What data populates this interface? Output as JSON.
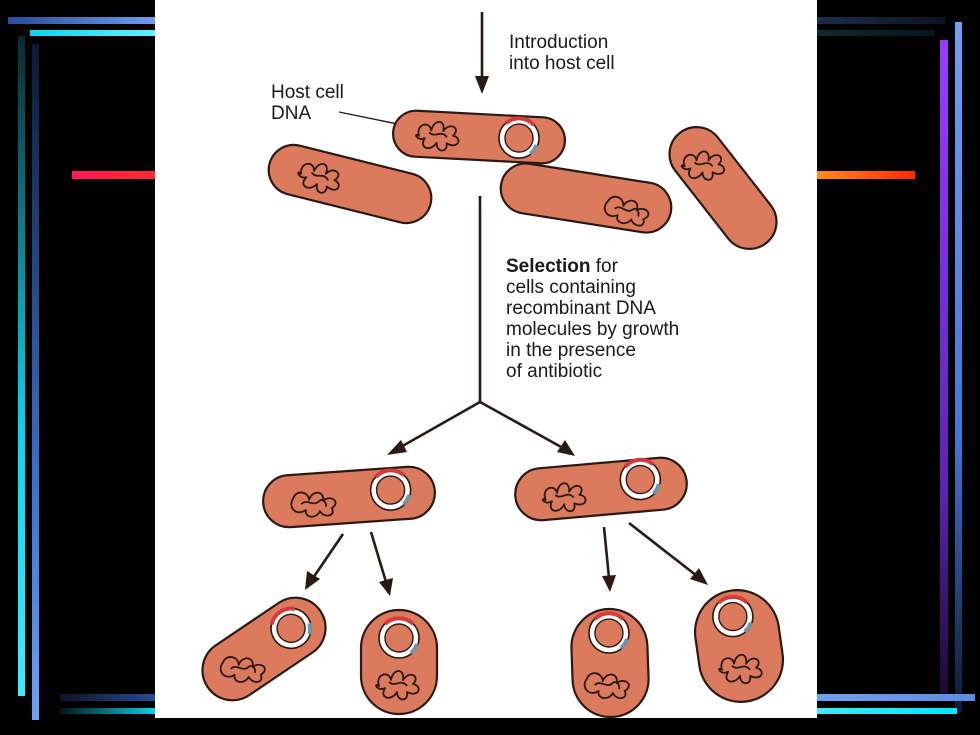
{
  "labels": {
    "introduction_line1": "Introduction",
    "introduction_line2": "into host cell",
    "host_dna_line1": "Host cell",
    "host_dna_line2": "DNA",
    "selection_bold": "Selection",
    "selection_line1_rest": " for",
    "selection_line2": "cells containing",
    "selection_line3": "recombinant DNA",
    "selection_line4": "molecules by growth",
    "selection_line5": "in the presence",
    "selection_line6": "of antibiotic"
  },
  "colors": {
    "background": "#000000",
    "figure_background": "#ffffff",
    "cell_fill": "#dc7a5e",
    "outline": "#2a1a14",
    "plasmid_red_segment": "#d83a3a",
    "plasmid_blue_segment": "#6f93a8",
    "frame_blue": "#5b8de6",
    "frame_cyan": "#00e6ff",
    "frame_red": "#ff2a2a",
    "frame_orange": "#ff8c1a",
    "frame_purple": "#9a3cff"
  }
}
